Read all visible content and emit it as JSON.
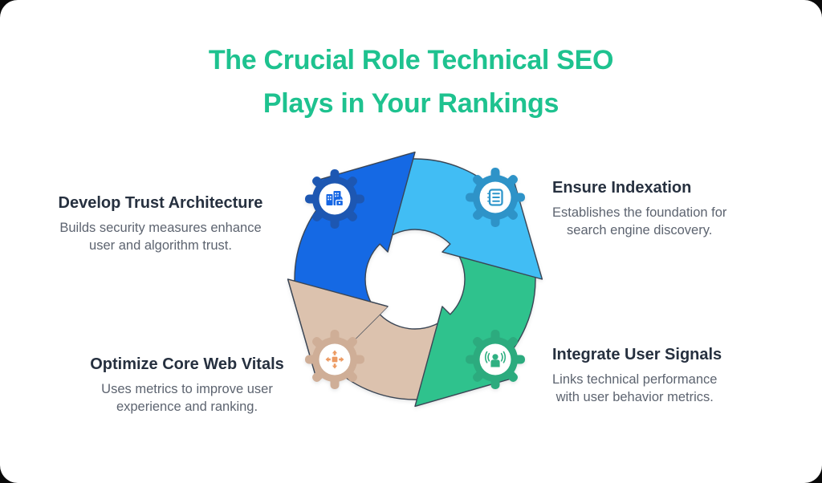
{
  "colors": {
    "title": "#1ec28f",
    "heading": "#26303f",
    "body": "#5d6470",
    "card_background": "#ffffff",
    "page_corner": "#0a0a0a"
  },
  "title": {
    "lines": [
      "The Crucial Role Technical SEO",
      "Plays in Your Rankings"
    ]
  },
  "cycle": {
    "outline_color": "#3a4554",
    "center_fill": "#ffffff",
    "segments": [
      {
        "name": "develop-trust-architecture",
        "arrow_color": "#1569e4",
        "gear_color": "#1d57b2",
        "icon": "buildings-lock-icon",
        "icon_color": "#1566e4"
      },
      {
        "name": "ensure-indexation",
        "arrow_color": "#41bdf4",
        "gear_color": "#2e93c8",
        "icon": "notebook-list-icon",
        "icon_color": "#2e96cb"
      },
      {
        "name": "integrate-user-signals",
        "arrow_color": "#2fc28d",
        "gear_color": "#2cab7e",
        "icon": "user-broadcast-icon",
        "icon_color": "#2fb082"
      },
      {
        "name": "optimize-core-web-vitals",
        "arrow_color": "#dcc2ae",
        "gear_color": "#cfae97",
        "icon": "expand-arrows-icon",
        "icon_color": "#ec9a62"
      }
    ]
  },
  "items": [
    {
      "heading": "Develop Trust Architecture",
      "icon": "buildings-lock-icon",
      "lines": [
        "Builds security measures enhance",
        "user and algorithm trust."
      ]
    },
    {
      "heading": "Ensure Indexation",
      "icon": "notebook-list-icon",
      "lines": [
        "Establishes the foundation for",
        "search engine discovery."
      ]
    },
    {
      "heading": "Integrate User Signals",
      "icon": "user-broadcast-icon",
      "lines": [
        "Links technical performance",
        "with user behavior metrics."
      ]
    },
    {
      "heading": "Optimize Core Web Vitals",
      "icon": "expand-arrows-icon",
      "lines": [
        "Uses metrics to improve user",
        "experience and ranking."
      ]
    }
  ]
}
